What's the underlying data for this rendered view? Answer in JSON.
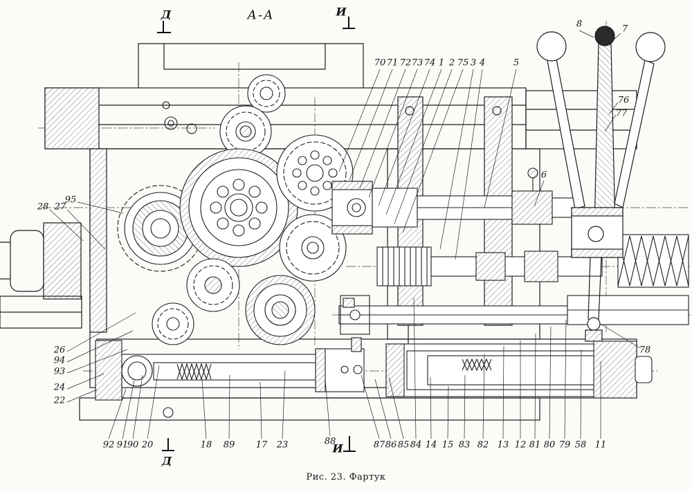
{
  "figure": {
    "section_title": "А-А",
    "caption": "Рис. 23. Фартук",
    "markers": {
      "d_top": "Д",
      "i_top": "И",
      "d_bottom": "Д",
      "i_bottom": "И"
    }
  },
  "callouts": {
    "top": [
      "70",
      "71",
      "72",
      "73",
      "74",
      "1",
      "2",
      "75",
      "3",
      "4",
      "5"
    ],
    "upper_right": [
      "8",
      "7",
      "76",
      "77",
      "6"
    ],
    "left": [
      "95",
      "28",
      "27",
      "26",
      "94",
      "93",
      "24",
      "22"
    ],
    "bottom": [
      "92",
      "91",
      "90",
      "20",
      "18",
      "89",
      "17",
      "23",
      "88",
      "87",
      "86",
      "85",
      "84",
      "14",
      "15",
      "83",
      "82",
      "13",
      "12",
      "81",
      "80",
      "79",
      "58",
      "11"
    ],
    "right": [
      "78"
    ]
  }
}
